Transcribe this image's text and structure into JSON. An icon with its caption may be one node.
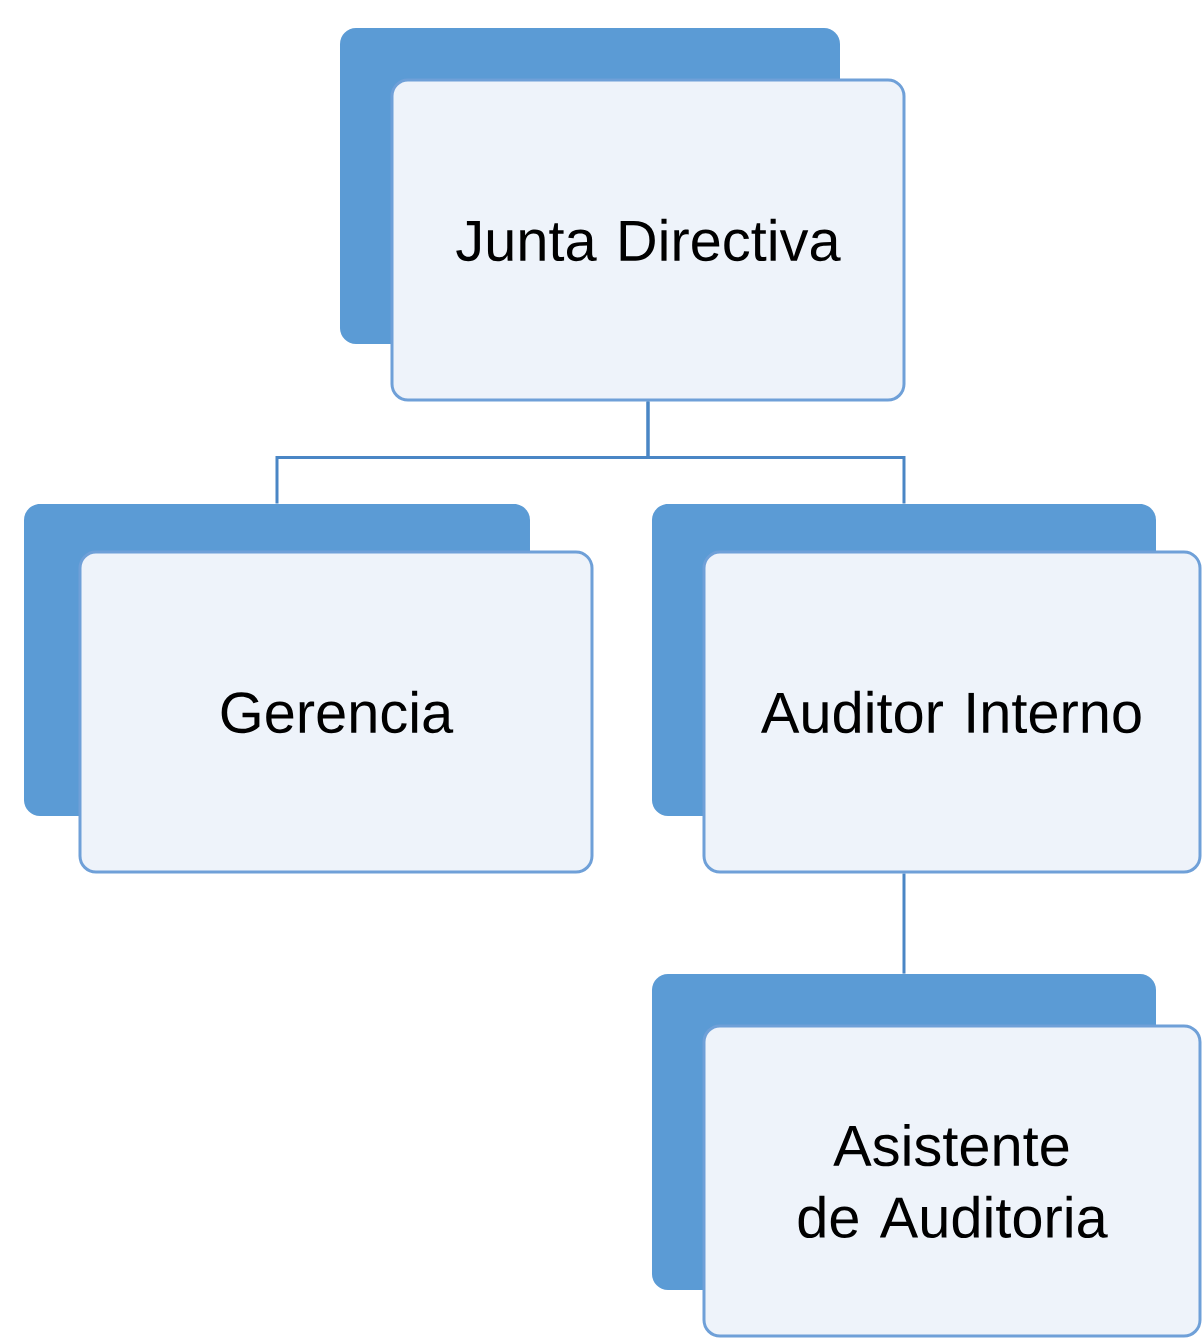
{
  "diagram": {
    "nodes": [
      {
        "text": [
          "Junta Directiva"
        ]
      },
      {
        "text": [
          "Gerencia"
        ]
      },
      {
        "text": [
          "Auditor Interno"
        ]
      },
      {
        "text": [
          "Asistente de Auditoria"
        ]
      }
    ],
    "edges": [
      {
        "from": 0,
        "to": 1,
        "arrow": "none"
      },
      {
        "from": 0,
        "to": 2,
        "arrow": "none"
      },
      {
        "from": 2,
        "to": 3,
        "arrow": "none"
      }
    ]
  }
}
